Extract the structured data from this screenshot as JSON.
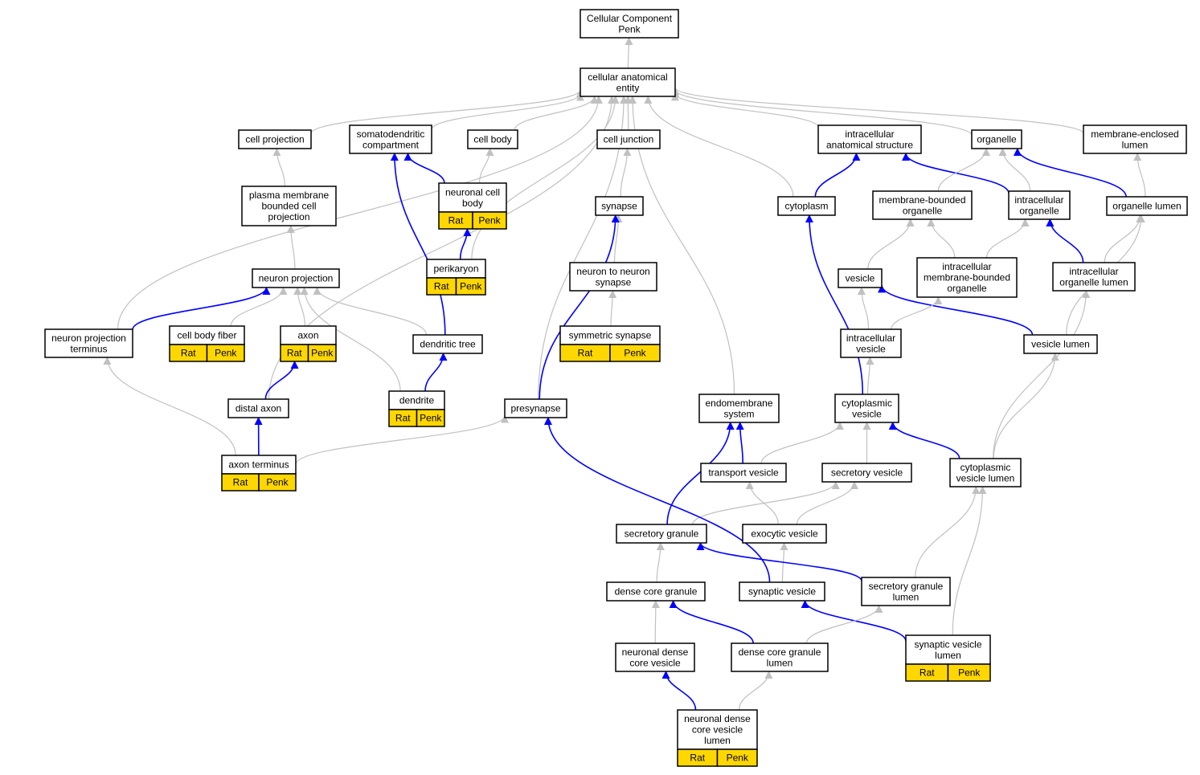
{
  "colors": {
    "partOf": "#0000ff",
    "isA": "#c0c0c0",
    "annotation": "#ffd700"
  },
  "nodes": {
    "root": {
      "lines": [
        "Cellular Component",
        "Penk"
      ]
    },
    "cae": {
      "lines": [
        "cellular anatomical",
        "entity"
      ]
    },
    "cellproj": {
      "lines": [
        "cell projection"
      ]
    },
    "somato": {
      "lines": [
        "somatodendritic",
        "compartment"
      ]
    },
    "cellbody": {
      "lines": [
        "cell body"
      ]
    },
    "celljunc": {
      "lines": [
        "cell junction"
      ]
    },
    "intraanat": {
      "lines": [
        "intracellular",
        "anatomical structure"
      ]
    },
    "organelle": {
      "lines": [
        "organelle"
      ]
    },
    "memlumen": {
      "lines": [
        "membrane-enclosed",
        "lumen"
      ]
    },
    "pmbcp": {
      "lines": [
        "plasma membrane",
        "bounded cell",
        "projection"
      ]
    },
    "ncb": {
      "lines": [
        "neuronal cell",
        "body"
      ],
      "tags": [
        "Rat",
        "Penk"
      ]
    },
    "synapse": {
      "lines": [
        "synapse"
      ]
    },
    "cytoplasm": {
      "lines": [
        "cytoplasm"
      ]
    },
    "mbo": {
      "lines": [
        "membrane-bounded",
        "organelle"
      ]
    },
    "intraorg": {
      "lines": [
        "intracellular",
        "organelle"
      ]
    },
    "orglumen": {
      "lines": [
        "organelle lumen"
      ]
    },
    "neuronproj": {
      "lines": [
        "neuron projection"
      ]
    },
    "perikaryon": {
      "lines": [
        "perikaryon"
      ],
      "tags": [
        "Rat",
        "Penk"
      ]
    },
    "n2n": {
      "lines": [
        "neuron to neuron",
        "synapse"
      ]
    },
    "vesicle": {
      "lines": [
        "vesicle"
      ]
    },
    "imbo": {
      "lines": [
        "intracellular",
        "membrane-bounded",
        "organelle"
      ]
    },
    "iol": {
      "lines": [
        "intracellular",
        "organelle lumen"
      ]
    },
    "npt": {
      "lines": [
        "neuron projection",
        "terminus"
      ]
    },
    "cbf": {
      "lines": [
        "cell body fiber"
      ],
      "tags": [
        "Rat",
        "Penk"
      ]
    },
    "axon": {
      "lines": [
        "axon"
      ],
      "tags": [
        "Rat",
        "Penk"
      ]
    },
    "dtree": {
      "lines": [
        "dendritic tree"
      ]
    },
    "symsyn": {
      "lines": [
        "symmetric synapse"
      ],
      "tags": [
        "Rat",
        "Penk"
      ]
    },
    "intravesicle": {
      "lines": [
        "intracellular",
        "vesicle"
      ]
    },
    "veslumen": {
      "lines": [
        "vesicle lumen"
      ]
    },
    "distaxon": {
      "lines": [
        "distal axon"
      ]
    },
    "dendrite": {
      "lines": [
        "dendrite"
      ],
      "tags": [
        "Rat",
        "Penk"
      ]
    },
    "presynapse": {
      "lines": [
        "presynapse"
      ]
    },
    "endomem": {
      "lines": [
        "endomembrane",
        "system"
      ]
    },
    "cytoves": {
      "lines": [
        "cytoplasmic",
        "vesicle"
      ]
    },
    "axonterm": {
      "lines": [
        "axon terminus"
      ],
      "tags": [
        "Rat",
        "Penk"
      ]
    },
    "transves": {
      "lines": [
        "transport vesicle"
      ]
    },
    "secves": {
      "lines": [
        "secretory vesicle"
      ]
    },
    "cvl": {
      "lines": [
        "cytoplasmic",
        "vesicle lumen"
      ]
    },
    "secgran": {
      "lines": [
        "secretory granule"
      ]
    },
    "exoves": {
      "lines": [
        "exocytic vesicle"
      ]
    },
    "dcg": {
      "lines": [
        "dense core granule"
      ]
    },
    "synves": {
      "lines": [
        "synaptic vesicle"
      ]
    },
    "sgl": {
      "lines": [
        "secretory granule",
        "lumen"
      ]
    },
    "ndcv": {
      "lines": [
        "neuronal dense",
        "core vesicle"
      ]
    },
    "dcgl": {
      "lines": [
        "dense core granule",
        "lumen"
      ]
    },
    "svl": {
      "lines": [
        "synaptic vesicle",
        "lumen"
      ],
      "tags": [
        "Rat",
        "Penk"
      ]
    },
    "ndcvl": {
      "lines": [
        "neuronal dense",
        "core vesicle",
        "lumen"
      ],
      "tags": [
        "Rat",
        "Penk"
      ]
    }
  },
  "edges": [
    {
      "from": "cae",
      "to": "root",
      "rel": "is_a"
    },
    {
      "from": "cellproj",
      "to": "cae",
      "rel": "is_a"
    },
    {
      "from": "somato",
      "to": "cae",
      "rel": "is_a"
    },
    {
      "from": "cellbody",
      "to": "cae",
      "rel": "is_a"
    },
    {
      "from": "celljunc",
      "to": "cae",
      "rel": "is_a"
    },
    {
      "from": "intraanat",
      "to": "cae",
      "rel": "is_a"
    },
    {
      "from": "organelle",
      "to": "cae",
      "rel": "is_a"
    },
    {
      "from": "memlumen",
      "to": "cae",
      "rel": "is_a"
    },
    {
      "from": "npt",
      "to": "cae",
      "rel": "is_a"
    },
    {
      "from": "distaxon",
      "to": "cae",
      "rel": "is_a"
    },
    {
      "from": "perikaryon",
      "to": "cae",
      "rel": "is_a"
    },
    {
      "from": "presynapse",
      "to": "cae",
      "rel": "is_a"
    },
    {
      "from": "endomem",
      "to": "cae",
      "rel": "is_a"
    },
    {
      "from": "cytoplasm",
      "to": "cae",
      "rel": "is_a"
    },
    {
      "from": "pmbcp",
      "to": "cellproj",
      "rel": "is_a"
    },
    {
      "from": "neuronproj",
      "to": "pmbcp",
      "rel": "is_a"
    },
    {
      "from": "ncb",
      "to": "somato",
      "rel": "part_of"
    },
    {
      "from": "ncb",
      "to": "cellbody",
      "rel": "is_a"
    },
    {
      "from": "perikaryon",
      "to": "ncb",
      "rel": "part_of"
    },
    {
      "from": "dtree",
      "to": "somato",
      "rel": "part_of"
    },
    {
      "from": "synapse",
      "to": "celljunc",
      "rel": "is_a"
    },
    {
      "from": "n2n",
      "to": "synapse",
      "rel": "is_a"
    },
    {
      "from": "symsyn",
      "to": "n2n",
      "rel": "is_a"
    },
    {
      "from": "presynapse",
      "to": "synapse",
      "rel": "part_of"
    },
    {
      "from": "cytoplasm",
      "to": "intraanat",
      "rel": "part_of"
    },
    {
      "from": "intraorg",
      "to": "intraanat",
      "rel": "part_of"
    },
    {
      "from": "mbo",
      "to": "organelle",
      "rel": "is_a"
    },
    {
      "from": "intraorg",
      "to": "organelle",
      "rel": "is_a"
    },
    {
      "from": "orglumen",
      "to": "organelle",
      "rel": "part_of"
    },
    {
      "from": "orglumen",
      "to": "memlumen",
      "rel": "is_a"
    },
    {
      "from": "vesicle",
      "to": "mbo",
      "rel": "is_a"
    },
    {
      "from": "imbo",
      "to": "mbo",
      "rel": "is_a"
    },
    {
      "from": "imbo",
      "to": "intraorg",
      "rel": "is_a"
    },
    {
      "from": "iol",
      "to": "intraorg",
      "rel": "part_of"
    },
    {
      "from": "iol",
      "to": "orglumen",
      "rel": "is_a"
    },
    {
      "from": "veslumen",
      "to": "orglumen",
      "rel": "is_a"
    },
    {
      "from": "veslumen",
      "to": "vesicle",
      "rel": "part_of"
    },
    {
      "from": "intravesicle",
      "to": "vesicle",
      "rel": "is_a"
    },
    {
      "from": "intravesicle",
      "to": "imbo",
      "rel": "is_a"
    },
    {
      "from": "npt",
      "to": "neuronproj",
      "rel": "part_of"
    },
    {
      "from": "cbf",
      "to": "neuronproj",
      "rel": "is_a"
    },
    {
      "from": "axon",
      "to": "neuronproj",
      "rel": "is_a"
    },
    {
      "from": "dtree",
      "to": "neuronproj",
      "rel": "is_a"
    },
    {
      "from": "dendrite",
      "to": "neuronproj",
      "rel": "is_a"
    },
    {
      "from": "dendrite",
      "to": "dtree",
      "rel": "part_of"
    },
    {
      "from": "distaxon",
      "to": "axon",
      "rel": "part_of"
    },
    {
      "from": "axonterm",
      "to": "distaxon",
      "rel": "part_of"
    },
    {
      "from": "axonterm",
      "to": "npt",
      "rel": "is_a"
    },
    {
      "from": "axonterm",
      "to": "presynapse",
      "rel": "is_a"
    },
    {
      "from": "cytoves",
      "to": "cytoplasm",
      "rel": "part_of"
    },
    {
      "from": "cytoves",
      "to": "intravesicle",
      "rel": "is_a"
    },
    {
      "from": "cvl",
      "to": "cytoves",
      "rel": "part_of"
    },
    {
      "from": "cvl",
      "to": "veslumen",
      "rel": "is_a"
    },
    {
      "from": "cvl",
      "to": "iol",
      "rel": "is_a"
    },
    {
      "from": "transves",
      "to": "endomem",
      "rel": "part_of"
    },
    {
      "from": "transves",
      "to": "cytoves",
      "rel": "is_a"
    },
    {
      "from": "secves",
      "to": "cytoves",
      "rel": "is_a"
    },
    {
      "from": "secgran",
      "to": "endomem",
      "rel": "part_of"
    },
    {
      "from": "secgran",
      "to": "secves",
      "rel": "is_a"
    },
    {
      "from": "exoves",
      "to": "transves",
      "rel": "is_a"
    },
    {
      "from": "exoves",
      "to": "secves",
      "rel": "is_a"
    },
    {
      "from": "dcg",
      "to": "secgran",
      "rel": "is_a"
    },
    {
      "from": "synves",
      "to": "exoves",
      "rel": "is_a"
    },
    {
      "from": "synves",
      "to": "presynapse",
      "rel": "part_of"
    },
    {
      "from": "sgl",
      "to": "secgran",
      "rel": "part_of"
    },
    {
      "from": "sgl",
      "to": "cvl",
      "rel": "is_a"
    },
    {
      "from": "svl",
      "to": "synves",
      "rel": "part_of"
    },
    {
      "from": "svl",
      "to": "cvl",
      "rel": "is_a"
    },
    {
      "from": "ndcv",
      "to": "dcg",
      "rel": "is_a"
    },
    {
      "from": "dcgl",
      "to": "dcg",
      "rel": "part_of"
    },
    {
      "from": "dcgl",
      "to": "sgl",
      "rel": "is_a"
    },
    {
      "from": "ndcvl",
      "to": "ndcv",
      "rel": "part_of"
    },
    {
      "from": "ndcvl",
      "to": "dcgl",
      "rel": "is_a"
    }
  ]
}
